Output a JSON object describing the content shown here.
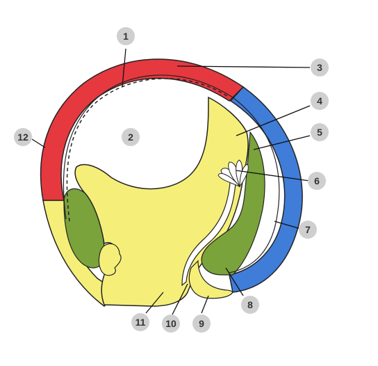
{
  "colors": {
    "red": "#e5393f",
    "blue": "#3f7dd9",
    "yellow": "#f5ef7a",
    "green": "#7aa33c",
    "outline": "#222222",
    "badge": "#cfcfcf",
    "badge_text": "#333333"
  },
  "labels": [
    {
      "id": "1",
      "text": "1"
    },
    {
      "id": "2",
      "text": "2"
    },
    {
      "id": "3",
      "text": "3"
    },
    {
      "id": "4",
      "text": "4"
    },
    {
      "id": "5",
      "text": "5"
    },
    {
      "id": "6",
      "text": "6"
    },
    {
      "id": "7",
      "text": "7"
    },
    {
      "id": "8",
      "text": "8"
    },
    {
      "id": "9",
      "text": "9"
    },
    {
      "id": "10",
      "text": "10"
    },
    {
      "id": "11",
      "text": "11"
    },
    {
      "id": "12",
      "text": "12"
    }
  ]
}
